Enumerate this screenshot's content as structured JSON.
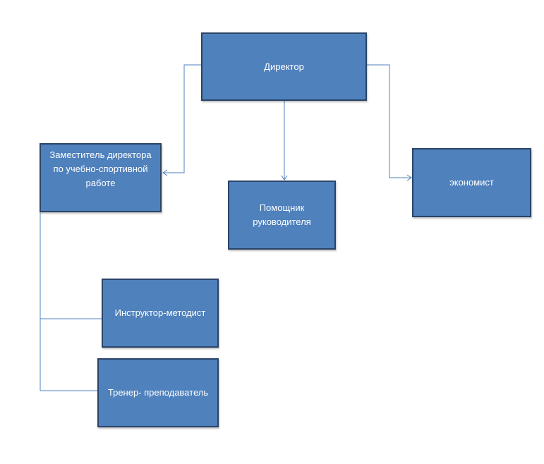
{
  "org_chart": {
    "director": {
      "label": "Директор"
    },
    "deputy": {
      "label": "Заместитель директора по учебно-спортивной работе"
    },
    "assistant": {
      "label": "Помощник руководителя"
    },
    "economist": {
      "label": "экономист"
    },
    "instructor": {
      "label": "Инструктор-методист"
    },
    "coach": {
      "label": "Тренер- преподаватель"
    }
  },
  "colors": {
    "box_fill": "#4f81bd",
    "box_border": "#2a4468",
    "connector": "#4f81bd",
    "text": "#ffffff"
  }
}
